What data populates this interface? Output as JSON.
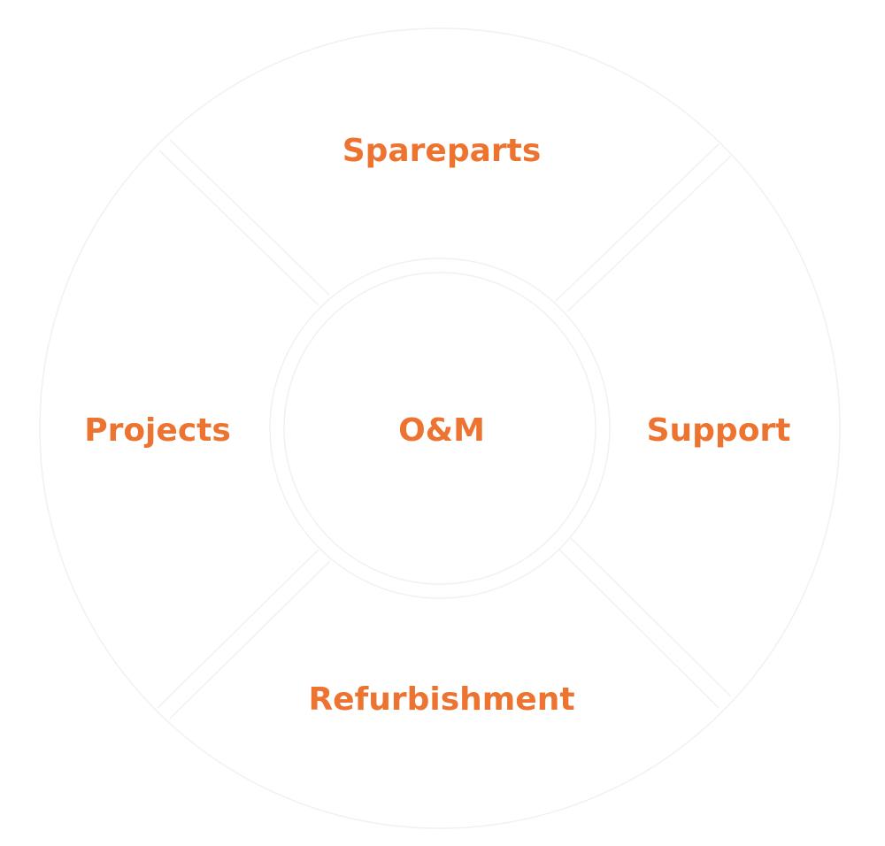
{
  "diagram": {
    "center_label": "O&M",
    "segments": {
      "top": "Spareparts",
      "left": "Projects",
      "right": "Support",
      "bottom": "Refurbishment"
    }
  },
  "colors": {
    "label": "#ec7430",
    "lines": "#f1f1f1",
    "background": "#ffffff"
  }
}
